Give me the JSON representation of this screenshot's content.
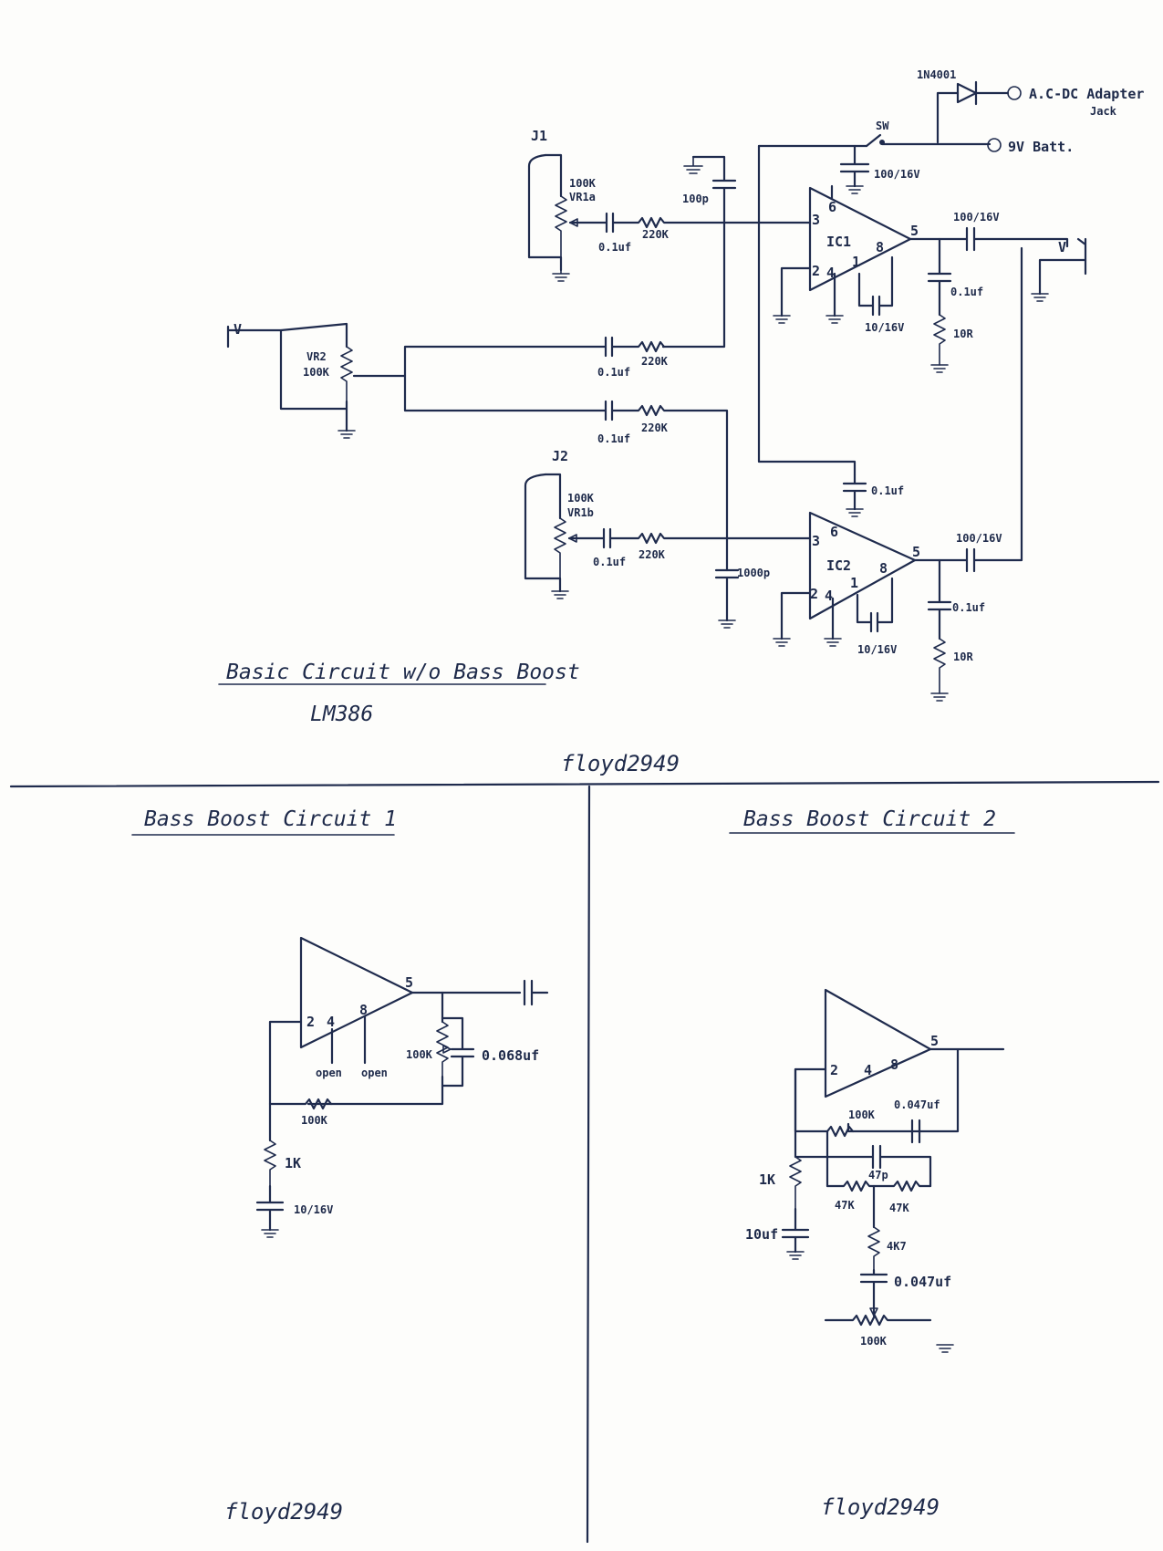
{
  "main_circuit": {
    "title": "Basic Circuit w/o Bass Boost",
    "chip": "LM386",
    "jack_j1": "J1",
    "jack_j2": "J2",
    "vr1a_value": "100K",
    "vr1a_name": "VR1a",
    "vr1b_value": "100K",
    "vr1b_name": "VR1b",
    "vr2_name": "VR2",
    "vr2_value": "100K",
    "vr2_jack": "V",
    "output_jack": "V",
    "c_in1": "0.1uf",
    "r_in1": "220K",
    "c_vr2_a": "0.1uf",
    "r_vr2_a": "220K",
    "c_vr2_b": "0.1uf",
    "r_vr2_b": "220K",
    "c_in2": "0.1uf",
    "r_in2": "220K",
    "c_top_filter": "100p",
    "c_bottom_filter": "1000p",
    "ic1_name": "IC1",
    "ic2_name": "IC2",
    "pin3": "3",
    "pin6": "6",
    "pin2": "2",
    "pin4": "4",
    "pin1": "1",
    "pin8": "8",
    "pin5": "5",
    "c_supply": "100/16V",
    "c_ic2_supply": "0.1uf",
    "c_out1": "100/16V",
    "c_out2": "100/16V",
    "c_zobel1": "0.1uf",
    "c_zobel2": "0.1uf",
    "r_zobel1": "10R",
    "r_zobel2": "10R",
    "c_gain1": "10/16V",
    "c_gain2": "10/16V",
    "diode": "1N4001",
    "adapter": "A.C-DC Adapter",
    "adapter_sub": "Jack",
    "switch": "SW",
    "battery": "9V Batt.",
    "signature": "floyd2949"
  },
  "bass_boost_1": {
    "title": "Bass Boost Circuit 1",
    "pin2": "2",
    "pin4": "4",
    "pin8": "8",
    "pin5": "5",
    "open_a": "open",
    "open_b": "open",
    "pot": "100K",
    "cap": "0.068uf",
    "r_feedback": "100K",
    "r_ground": "1K",
    "c_ground": "10/16V",
    "signature": "floyd2949"
  },
  "bass_boost_2": {
    "title": "Bass Boost Circuit 2",
    "pin2": "2",
    "pin4": "4",
    "pin8": "8",
    "pin5": "5",
    "r_feedback": "100K",
    "c_feedback": "0.047uf",
    "c_bridge": "47p",
    "r_a": "47K",
    "r_b": "47K",
    "r_series": "4K7",
    "c_series": "0.047uf",
    "pot": "100K",
    "r_ground": "1K",
    "c_ground": "10uf",
    "signature": "floyd2949"
  }
}
